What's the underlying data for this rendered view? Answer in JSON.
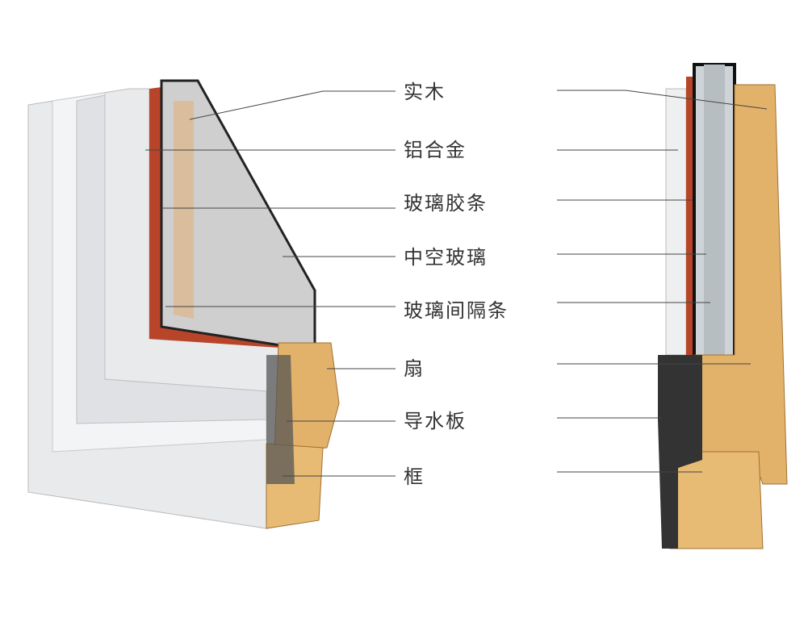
{
  "labels": [
    "实木",
    "铝合金",
    "玻璃胶条",
    "中空玻璃",
    "玻璃间隔条",
    "扇",
    "导水板",
    "框"
  ],
  "colors": {
    "wood": "#e3b26a",
    "aluminum": "#e9eaec",
    "gasket": "#b8452a",
    "glass": "#c9c9c9",
    "line": "#444444"
  }
}
